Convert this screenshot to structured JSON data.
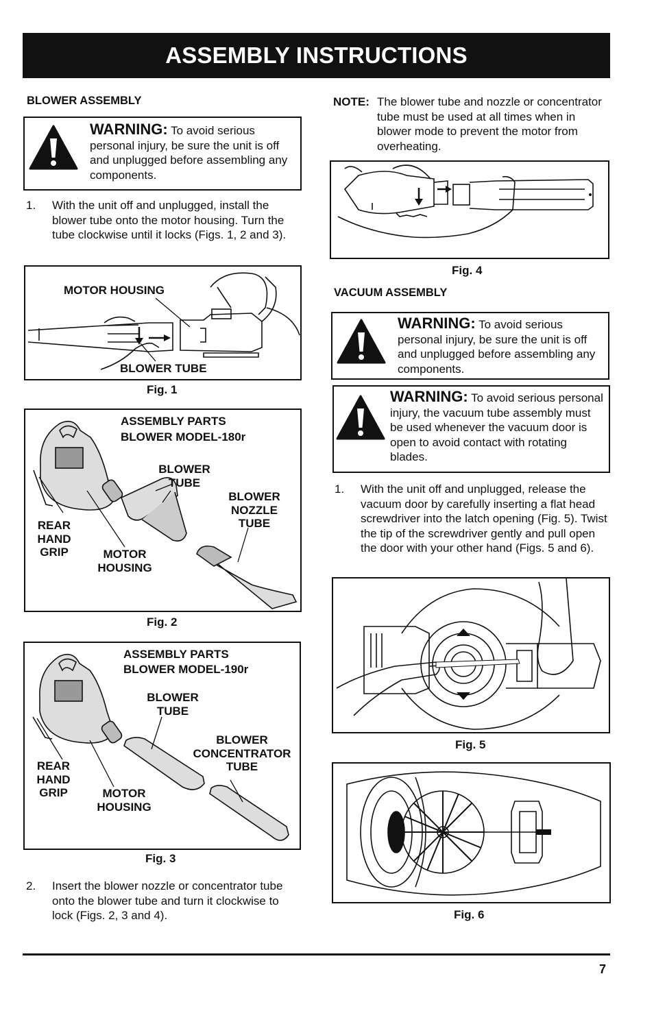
{
  "header": {
    "title": "ASSEMBLY INSTRUCTIONS"
  },
  "blower_assembly": {
    "heading": "BLOWER ASSEMBLY",
    "warning": {
      "label": "WARNING:",
      "text_first": "To avoid serious",
      "text_rest": "personal injury, be sure the unit is off and unplugged before assembling any components."
    },
    "step1": {
      "num": "1.",
      "text": "With the unit off and unplugged, install the blower tube onto the motor housing. Turn the tube clockwise until it locks (Figs. 1, 2 and 3)."
    },
    "step2": {
      "num": "2.",
      "text": "Insert the blower nozzle or concentrator tube onto the blower tube and turn it clockwise to lock (Figs. 2, 3 and 4)."
    }
  },
  "fig1": {
    "caption": "Fig. 1",
    "labels": {
      "motor_housing": "MOTOR HOUSING",
      "blower_tube": "BLOWER TUBE"
    }
  },
  "fig2": {
    "caption": "Fig. 2",
    "title_line1": "ASSEMBLY PARTS",
    "title_line2": "BLOWER MODEL-180r",
    "labels": {
      "blower_tube": "BLOWER TUBE",
      "nozzle": "BLOWER NOZZLE TUBE",
      "rear_grip": "REAR HAND GRIP",
      "motor_housing": "MOTOR HOUSING"
    }
  },
  "fig3": {
    "caption": "Fig. 3",
    "title_line1": "ASSEMBLY PARTS",
    "title_line2": "BLOWER MODEL-190r",
    "labels": {
      "blower_tube": "BLOWER TUBE",
      "concentrator": "BLOWER CONCENTRATOR TUBE",
      "rear_grip": "REAR HAND GRIP",
      "motor_housing": "MOTOR HOUSING"
    }
  },
  "note": {
    "label": "NOTE:",
    "text": "The blower tube and nozzle or concentrator tube must be used at all times when in blower mode to prevent the motor from overheating."
  },
  "fig4": {
    "caption": "Fig. 4"
  },
  "vacuum_assembly": {
    "heading": "VACUUM ASSEMBLY",
    "warning1": {
      "label": "WARNING:",
      "text_first": "To avoid serious",
      "text_rest": "personal injury, be sure the unit is off and unplugged before assembling any components."
    },
    "warning2": {
      "label": "WARNING:",
      "text_first": "To avoid serious",
      "text_rest": "personal injury, the vacuum tube assembly must be used whenever the vacuum door is open to avoid contact with rotating blades."
    },
    "step1": {
      "num": "1.",
      "text": "With the unit off and unplugged, release the vacuum door by carefully inserting a flat head screwdriver into the latch opening (Fig. 5). Twist the tip of the screwdriver gently and pull open the door with your other hand (Figs. 5 and 6)."
    }
  },
  "fig5": {
    "caption": "Fig. 5"
  },
  "fig6": {
    "caption": "Fig. 6"
  },
  "footer": {
    "page_number": "7"
  }
}
